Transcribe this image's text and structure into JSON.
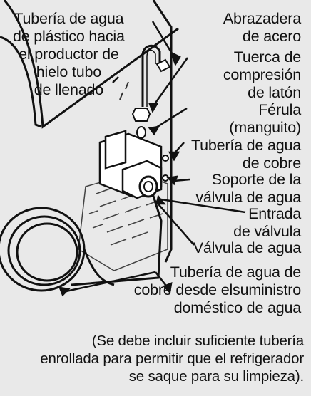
{
  "labels": {
    "plastic_tube": [
      "Tubería de agua",
      "de plástico hacia",
      "el productor de",
      "hielo tubo",
      "de llenado"
    ],
    "steel_clamp": [
      "Abrazadera",
      "de acero"
    ],
    "brass_nut": [
      "Tuerca de",
      "compresión",
      "de latón"
    ],
    "ferrule": [
      "Férula",
      "(manguito)"
    ],
    "copper_tube": [
      "Tubería de agua",
      "de cobre"
    ],
    "valve_bracket": [
      "Soporte de la",
      "válvula de agua"
    ],
    "valve_inlet": [
      "Entrada",
      "de válvula"
    ],
    "water_valve": [
      "Válvula de agua"
    ],
    "supply_tube": [
      "Tubería de agua de",
      "cobre desde elsuministro",
      "doméstico de agua"
    ]
  },
  "note": [
    "(Se debe incluir suficiente tubería",
    "enrollada para permitir que el refrigerador",
    "se saque para su limpieza)."
  ],
  "colors": {
    "background": "#e9e9e9",
    "ink": "#111111"
  }
}
